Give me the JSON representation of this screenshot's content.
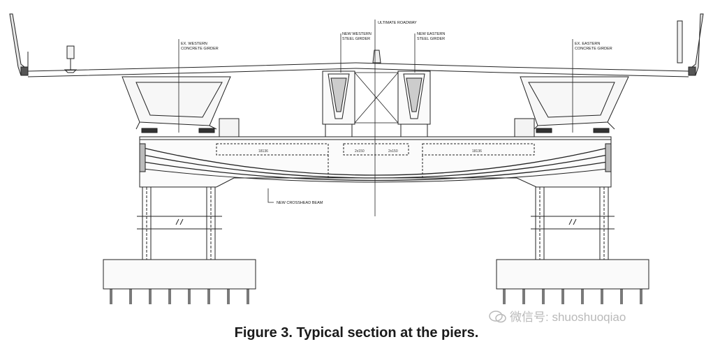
{
  "labels": {
    "ultimate_roadway": "ULTIMATE ROADWAY",
    "new_western_1": "NEW WESTERN",
    "new_western_2": "STEEL GIRDER",
    "new_eastern_1": "NEW EASTERN",
    "new_eastern_2": "STEEL GIRDER",
    "ex_western_1": "EX. WESTERN",
    "ex_western_2": "CONCRETE GIRDER",
    "ex_eastern_1": "EX. EASTERN",
    "ex_eastern_2": "CONCRETE GIRDER",
    "crosshead": "NEW CROSSHEAD BEAM"
  },
  "dimensions": {
    "left_outer": "18136",
    "left_inner": "2x150",
    "right_inner": "2x150",
    "right_outer": "18136"
  },
  "caption": "Figure 3.  Typical section at the piers.",
  "watermark": "微信号: shuoshuoqiao"
}
